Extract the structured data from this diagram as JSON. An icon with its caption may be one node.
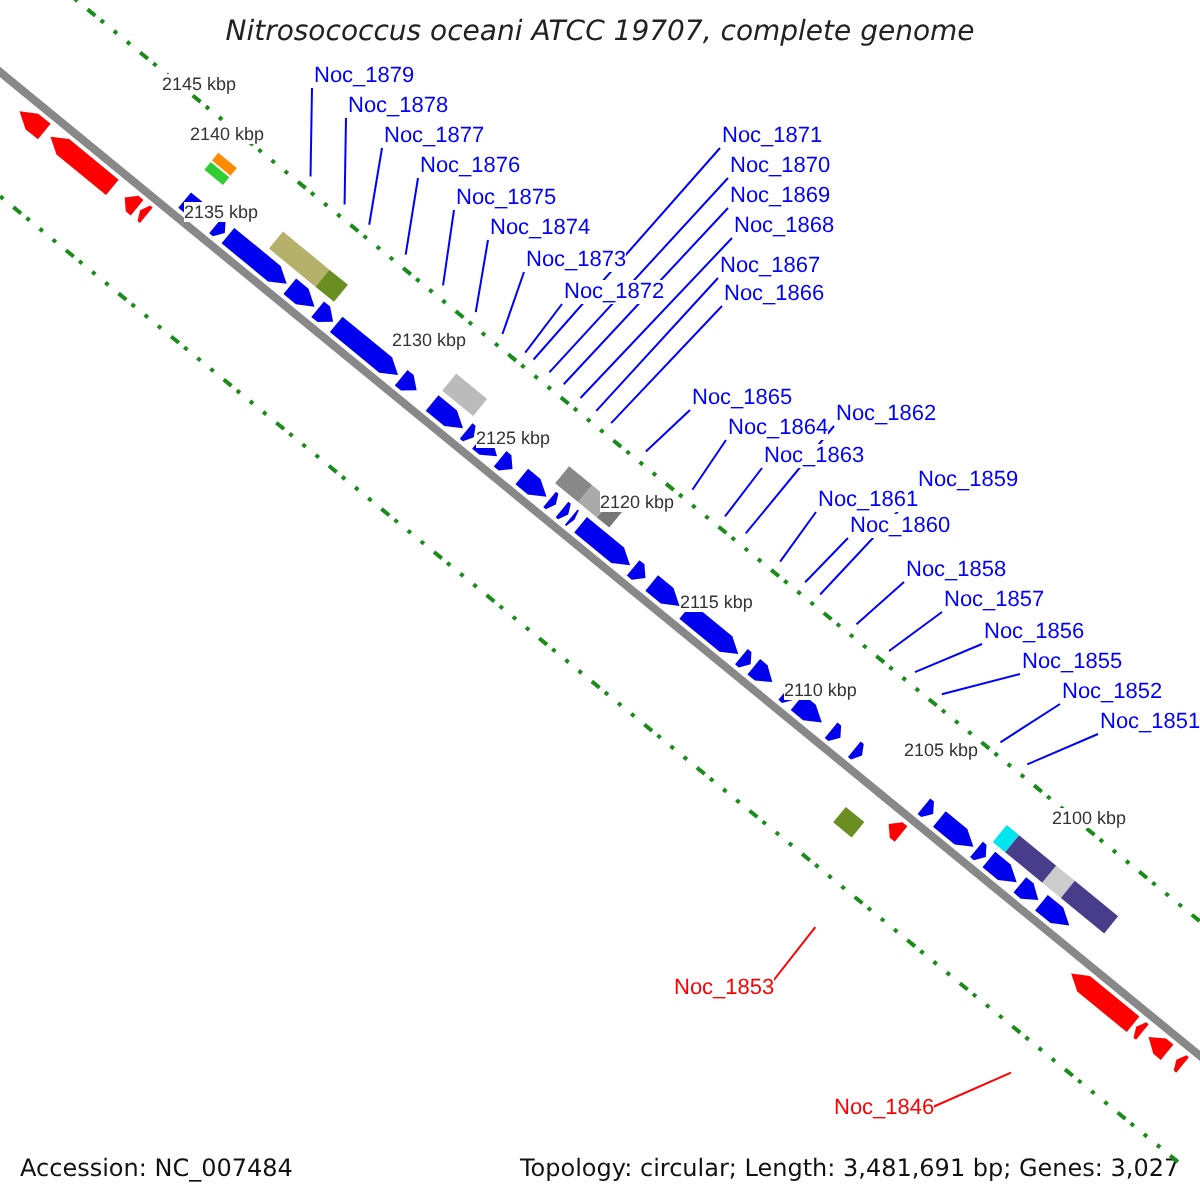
{
  "diagram": {
    "title": "Nitrosococcus oceani ATCC 19707, complete genome",
    "nodes": [
      {
        "text": [
          "Noc_1879"
        ]
      },
      {
        "text": [
          "Noc_1878"
        ]
      },
      {
        "text": [
          "Noc_1877"
        ]
      },
      {
        "text": [
          "Noc_1876"
        ]
      },
      {
        "text": [
          "Noc_1875"
        ]
      },
      {
        "text": [
          "Noc_1874"
        ]
      },
      {
        "text": [
          "Noc_1873"
        ]
      },
      {
        "text": [
          "Noc_1872"
        ]
      },
      {
        "text": [
          "Noc_1871"
        ]
      },
      {
        "text": [
          "Noc_1870"
        ]
      },
      {
        "text": [
          "Noc_1869"
        ]
      },
      {
        "text": [
          "Noc_1868"
        ]
      },
      {
        "text": [
          "Noc_1867"
        ]
      },
      {
        "text": [
          "Noc_1866"
        ]
      },
      {
        "text": [
          "Noc_1865"
        ]
      },
      {
        "text": [
          "Noc_1864"
        ]
      },
      {
        "text": [
          "Noc_1863"
        ]
      },
      {
        "text": [
          "Noc_1862"
        ]
      },
      {
        "text": [
          "Noc_1861"
        ]
      },
      {
        "text": [
          "Noc_1859"
        ]
      },
      {
        "text": [
          "Noc_1860"
        ]
      },
      {
        "text": [
          "Noc_1858"
        ]
      },
      {
        "text": [
          "Noc_1857"
        ]
      },
      {
        "text": [
          "Noc_1856"
        ]
      },
      {
        "text": [
          "Noc_1855"
        ]
      },
      {
        "text": [
          "Noc_1852"
        ]
      },
      {
        "text": [
          "Noc_1851"
        ]
      },
      {
        "text": [
          "Noc_1853"
        ]
      },
      {
        "text": [
          "Noc_1846"
        ]
      }
    ],
    "edges": [
      {
        "from": 0,
        "to": null,
        "arrow": "none"
      },
      {
        "from": 1,
        "to": null,
        "arrow": "none"
      },
      {
        "from": 2,
        "to": null,
        "arrow": "none"
      },
      {
        "from": 3,
        "to": null,
        "arrow": "none"
      },
      {
        "from": 4,
        "to": null,
        "arrow": "none"
      },
      {
        "from": 5,
        "to": null,
        "arrow": "none"
      },
      {
        "from": 6,
        "to": null,
        "arrow": "none"
      },
      {
        "from": 7,
        "to": null,
        "arrow": "none"
      },
      {
        "from": 8,
        "to": null,
        "arrow": "none"
      },
      {
        "from": 9,
        "to": null,
        "arrow": "none"
      },
      {
        "from": 10,
        "to": null,
        "arrow": "none"
      },
      {
        "from": 11,
        "to": null,
        "arrow": "none"
      },
      {
        "from": 12,
        "to": null,
        "arrow": "none"
      },
      {
        "from": 13,
        "to": null,
        "arrow": "none"
      },
      {
        "from": 14,
        "to": null,
        "arrow": "none"
      },
      {
        "from": 15,
        "to": null,
        "arrow": "none"
      },
      {
        "from": 16,
        "to": null,
        "arrow": "none"
      },
      {
        "from": 17,
        "to": null,
        "arrow": "none"
      },
      {
        "from": 18,
        "to": null,
        "arrow": "none"
      },
      {
        "from": 19,
        "to": null,
        "arrow": "none"
      },
      {
        "from": 20,
        "to": null,
        "arrow": "none"
      },
      {
        "from": 21,
        "to": null,
        "arrow": "none"
      },
      {
        "from": 22,
        "to": null,
        "arrow": "none"
      },
      {
        "from": 23,
        "to": null,
        "arrow": "none"
      },
      {
        "from": 24,
        "to": null,
        "arrow": "none"
      },
      {
        "from": 25,
        "to": null,
        "arrow": "none"
      },
      {
        "from": 26,
        "to": null,
        "arrow": "none"
      },
      {
        "from": 27,
        "to": null,
        "arrow": "none",
        "color": "#ff0000"
      },
      {
        "from": 28,
        "to": null,
        "arrow": "none",
        "color": "#ff0000"
      }
    ],
    "labels": [
      "2145 kbp",
      "2140 kbp",
      "2135 kbp",
      "2130 kbp",
      "2125 kbp",
      "2120 kbp",
      "2115 kbp",
      "2110 kbp",
      "2105 kbp",
      "2100 kbp",
      "Accession: NC_007484",
      "Topology: circular; Length: 3,481,691 bp; Genes: 3,027"
    ]
  }
}
